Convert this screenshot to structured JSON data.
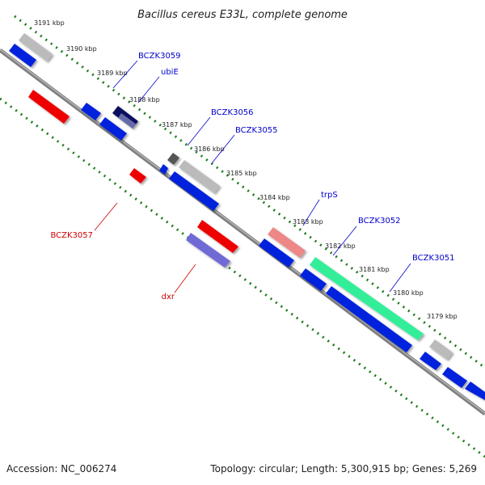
{
  "title": "Bacillus cereus E33L, complete genome",
  "footer": {
    "accession": "Accession: NC_006274",
    "summary": "Topology: circular; Length: 5,300,915 bp; Genes: 5,269"
  },
  "scale_ticks": [
    "3191 kbp",
    "3190 kbp",
    "3189 kbp",
    "3188 kbp",
    "3187 kbp",
    "3186 kbp",
    "3185 kbp",
    "3184 kbp",
    "3183 kbp",
    "3182 kbp",
    "3181 kbp",
    "3180 kbp",
    "3179 kbp"
  ],
  "gene_labels": {
    "BCZK3059": "BCZK3059",
    "ubiE": "ubiE",
    "BCZK3056": "BCZK3056",
    "BCZK3055": "BCZK3055",
    "trpS": "trpS",
    "BCZK3052": "BCZK3052",
    "BCZK3051": "BCZK3051",
    "BCZK3057": "BCZK3057",
    "dxr": "dxr"
  },
  "colors": {
    "forward_cds": "#0000ee",
    "reverse_cds": "#ee0000",
    "backbone": "#808080",
    "dotted_track": "#1a7a1a",
    "forward_label": "#0000cc",
    "reverse_label": "#cc0000",
    "highlight_green": "#33ee99",
    "highlight_gray": "#bbbbbb"
  }
}
